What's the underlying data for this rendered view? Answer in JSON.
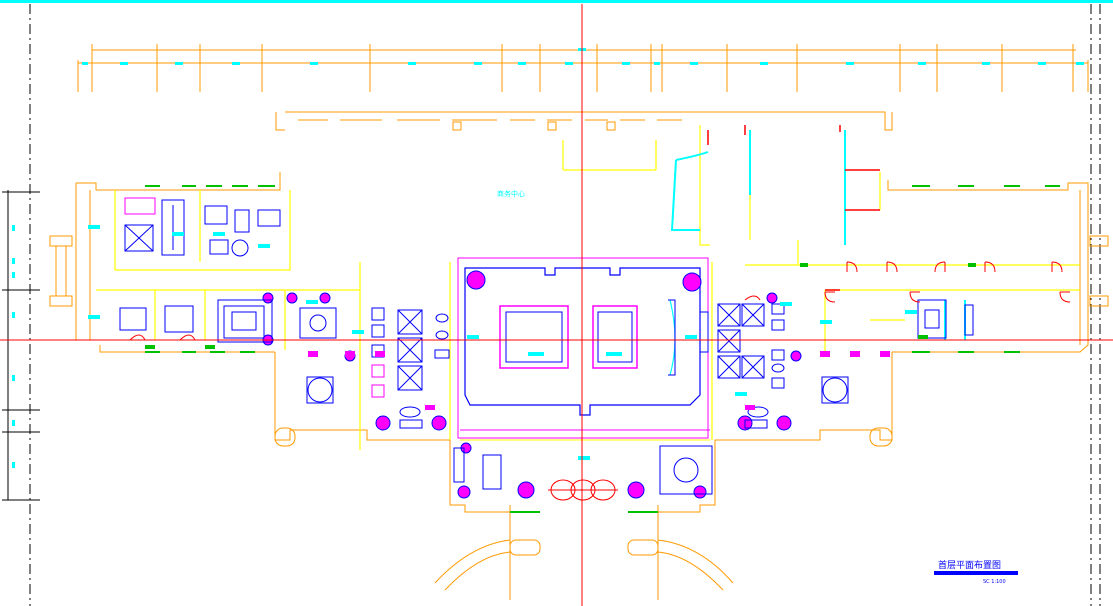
{
  "drawing": {
    "title": "首层平面布置图",
    "scale": "SC 1:100",
    "room_label": "商务中心"
  },
  "colors": {
    "background": "#ffffff",
    "top_bar": "#00ffff",
    "wall_orange": "#ff9900",
    "furniture_blue": "#0000ff",
    "accent_magenta": "#ff00ff",
    "yellow": "#ffff00",
    "cyan": "#00ffff",
    "axis_red": "#ff0000",
    "green": "#00c000"
  }
}
